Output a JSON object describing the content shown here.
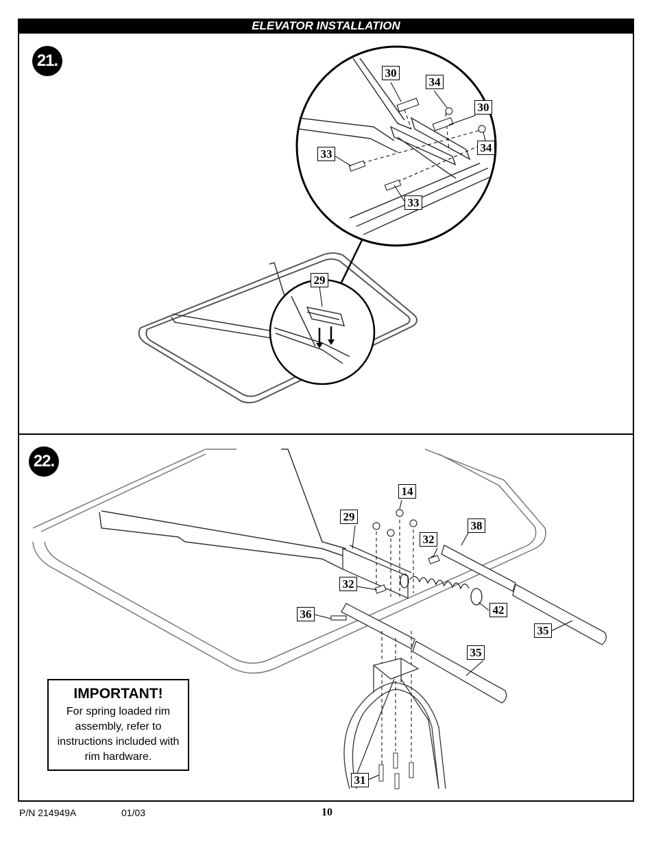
{
  "header": {
    "title": "ELEVATOR INSTALLATION"
  },
  "steps": {
    "step21": "21.",
    "step22": "22."
  },
  "callouts21": {
    "a": "30",
    "b": "34",
    "c": "30",
    "d": "34",
    "e": "33",
    "f": "33",
    "g": "29"
  },
  "callouts22": {
    "a": "14",
    "b": "29",
    "c": "38",
    "d": "32",
    "e": "32",
    "f": "36",
    "g": "42",
    "h": "35",
    "i": "35",
    "j": "31"
  },
  "important": {
    "heading": "IMPORTANT!",
    "line1": "For spring loaded rim",
    "line2": "assembly, refer to",
    "line3": "instructions included with",
    "line4": "rim hardware."
  },
  "footer": {
    "part_number": "P/N 214949A",
    "date": "01/03",
    "page": "10"
  }
}
